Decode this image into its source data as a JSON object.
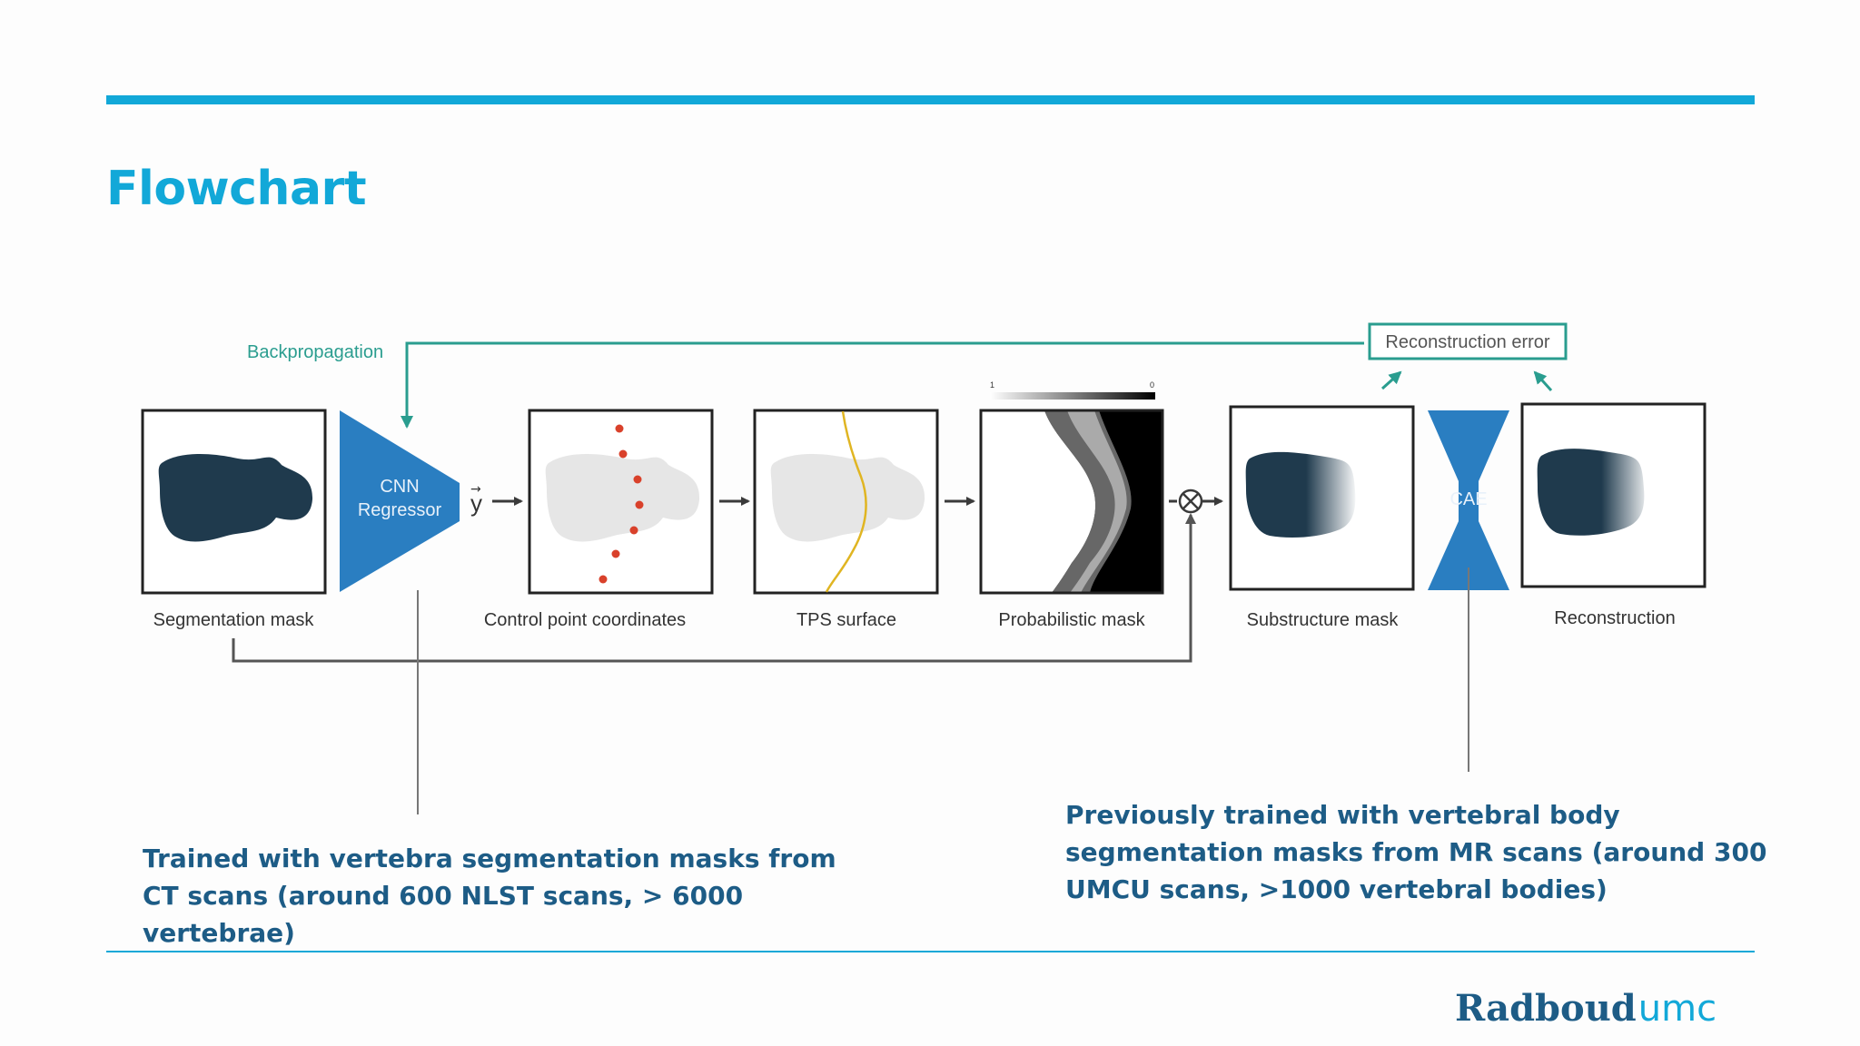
{
  "slide": {
    "title": "Flowchart",
    "accent_color": "#12a8d8",
    "text_color": "#1d5c86"
  },
  "diagram": {
    "backprop_label": "Backpropagation",
    "reconstruction_error_label": "Reconstruction error",
    "cnn_line1": "CNN",
    "cnn_line2": "Regressor",
    "vector_label": "y",
    "cae_label": "CAE",
    "colorbar_left": "1",
    "colorbar_right": "0",
    "panel_labels": {
      "segmentation": "Segmentation mask",
      "control_points": "Control point coordinates",
      "tps": "TPS surface",
      "probabilistic": "Probabilistic mask",
      "substructure": "Substructure mask",
      "reconstruction": "Reconstruction"
    },
    "flow_color": "#2a9d8f",
    "shape_color": "#1f3a4d",
    "network_color": "#2a7ec1",
    "point_color": "#d9412b",
    "curve_color": "#e0b522"
  },
  "notes": {
    "left": "Trained with vertebra segmentation masks from CT scans (around 600 NLST scans, > 6000 vertebrae)",
    "right": "Previously trained with vertebral body segmentation masks from MR scans (around 300 UMCU scans, >1000 vertebral bodies)"
  },
  "logo": {
    "part1": "Radboud",
    "part2": "umc"
  }
}
